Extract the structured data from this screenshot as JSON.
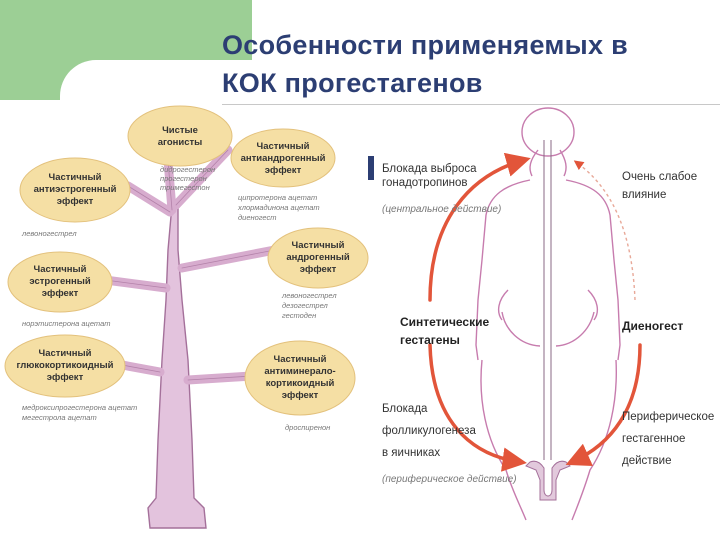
{
  "slide": {
    "title_line1": "Особенности применяемых в",
    "title_line2": "КОК прогестагенов"
  },
  "tree": {
    "ovals": [
      {
        "lines": [
          "Чистые",
          "агонисты"
        ]
      },
      {
        "lines": [
          "Частичный",
          "антиандрогенный",
          "эффект"
        ]
      },
      {
        "lines": [
          "Частичный",
          "антиэстрогенный",
          "эффект"
        ]
      },
      {
        "lines": [
          "Частичный",
          "андрогенный",
          "эффект"
        ]
      },
      {
        "lines": [
          "Частичный",
          "эстрогенный",
          "эффект"
        ]
      },
      {
        "lines": [
          "Частичный",
          "глюкокортикоидный",
          "эффект"
        ]
      },
      {
        "lines": [
          "Частичный",
          "антиминерало-",
          "кортикоидный",
          "эффект"
        ]
      }
    ],
    "notes": [
      {
        "lines": [
          "дидрогестерон",
          "прогестерон",
          "тримегестон"
        ]
      },
      {
        "lines": [
          "ципротерона ацетат",
          "хлормадинона ацетат",
          "диеногест"
        ]
      },
      {
        "lines": [
          "левоногестрел"
        ]
      },
      {
        "lines": [
          "левоногестрел",
          "дезогестрел",
          "гестоден"
        ]
      },
      {
        "lines": [
          "норэтистерона ацетат"
        ]
      },
      {
        "lines": [
          "медроксипрогестерона ацетат",
          "мегестрола ацетат"
        ]
      },
      {
        "lines": [
          "дроспиренон"
        ]
      }
    ]
  },
  "body_diagram": {
    "central_label": [
      "Блокада выброса",
      "гонадотропинов"
    ],
    "central_note": "(центральное действие)",
    "weak_label": [
      "Очень слабое",
      "влияние"
    ],
    "synthetic_label": [
      "Синтетические",
      "гестагены"
    ],
    "dienogest_label": "Диеногест",
    "follicle_label": [
      "Блокада",
      "фолликулогенеза",
      "в яичниках"
    ],
    "follicle_note": "(периферическое действие)",
    "peripheral_label": [
      "Периферическое",
      "гестагенное",
      "действие"
    ]
  },
  "colors": {
    "title": "#2c3e73",
    "green_block": "#9ccf95",
    "oval_fill": "#f5dfa4",
    "tree_fill": "#e3c3dd",
    "tree_stroke": "#a4709a",
    "arrow": "#e2553a",
    "silhouette": "#c77cae"
  }
}
